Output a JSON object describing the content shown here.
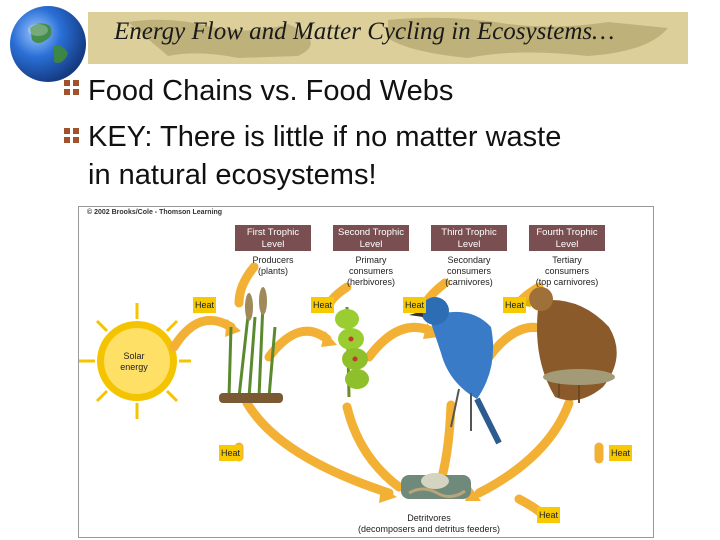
{
  "slide": {
    "title": "Energy Flow and Matter Cycling in Ecosystems…",
    "bullets": [
      "Food Chains vs. Food Webs",
      "KEY:  There is little if no matter waste",
      "in natural ecosystems!"
    ]
  },
  "figure": {
    "copyright": "© 2002 Brooks/Cole - Thomson Learning",
    "levels": [
      {
        "title_line1": "First Trophic",
        "title_line2": "Level",
        "sub_line1": "Producers",
        "sub_line2": "(plants)",
        "sub_line3": ""
      },
      {
        "title_line1": "Second Trophic",
        "title_line2": "Level",
        "sub_line1": "Primary",
        "sub_line2": "consumers",
        "sub_line3": "(herbivores)"
      },
      {
        "title_line1": "Third Trophic",
        "title_line2": "Level",
        "sub_line1": "Secondary",
        "sub_line2": "consumers",
        "sub_line3": "(carnivores)"
      },
      {
        "title_line1": "Fourth Trophic",
        "title_line2": "Level",
        "sub_line1": "Tertiary",
        "sub_line2": "consumers",
        "sub_line3": "(top carnivores)"
      }
    ],
    "heat_label": "Heat",
    "solar_line1": "Solar",
    "solar_line2": "energy",
    "detritivores_line1": "Detritvores",
    "detritivores_line2": "(decomposers and detritus feeders)",
    "colors": {
      "level_box": "#7a4f52",
      "arrow": "#f2b134",
      "heat": "#f6c900",
      "sun": "#f5c400",
      "banner": "#dccf9a"
    }
  }
}
